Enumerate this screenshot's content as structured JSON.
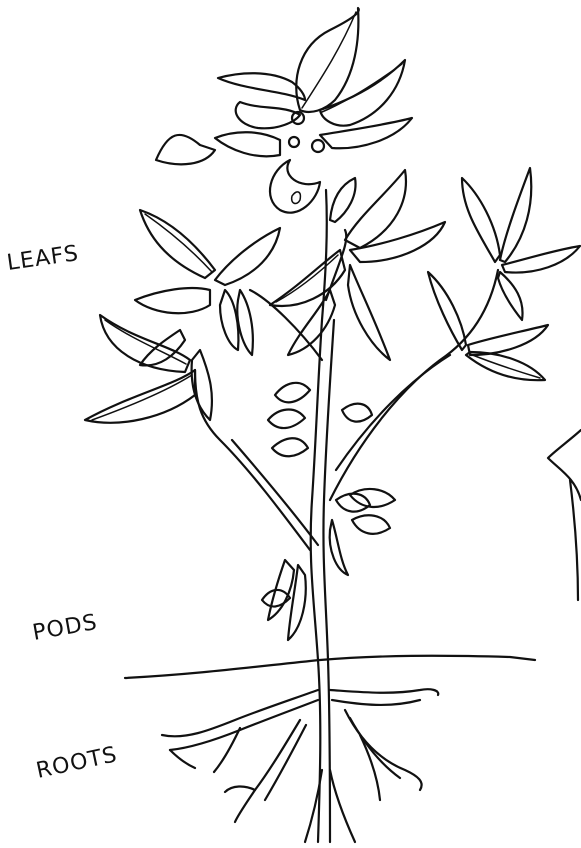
{
  "labels": {
    "leafs": "LEAFS",
    "pods": "PODS",
    "roots": "ROOTS"
  },
  "colors": {
    "ink": "#111111",
    "background": "#ffffff"
  }
}
